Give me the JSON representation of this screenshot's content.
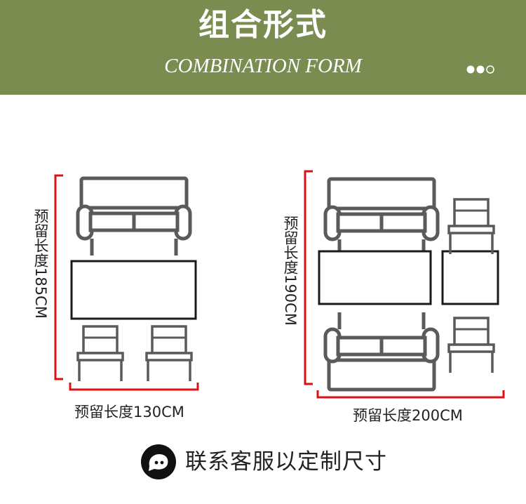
{
  "header": {
    "title_cn": "组合形式",
    "title_en": "COMBINATION FORM"
  },
  "layouts": [
    {
      "name": "layout-1",
      "height_label": "预留长度185CM",
      "width_label": "预留长度130CM"
    },
    {
      "name": "layout-2",
      "height_label": "预留长度190CM",
      "width_label": "预留长度200CM"
    }
  ],
  "footer": {
    "text": "联系客服以定制尺寸"
  },
  "colors": {
    "banner": "#7b8c50",
    "furniture_stroke": "#5a5a5a",
    "table_stroke": "#1a1a1a",
    "dimension_line": "#dd1111",
    "text": "#222222"
  },
  "icons": {
    "pagination": "three-dots-icon",
    "chat": "chat-bubble-icon"
  }
}
